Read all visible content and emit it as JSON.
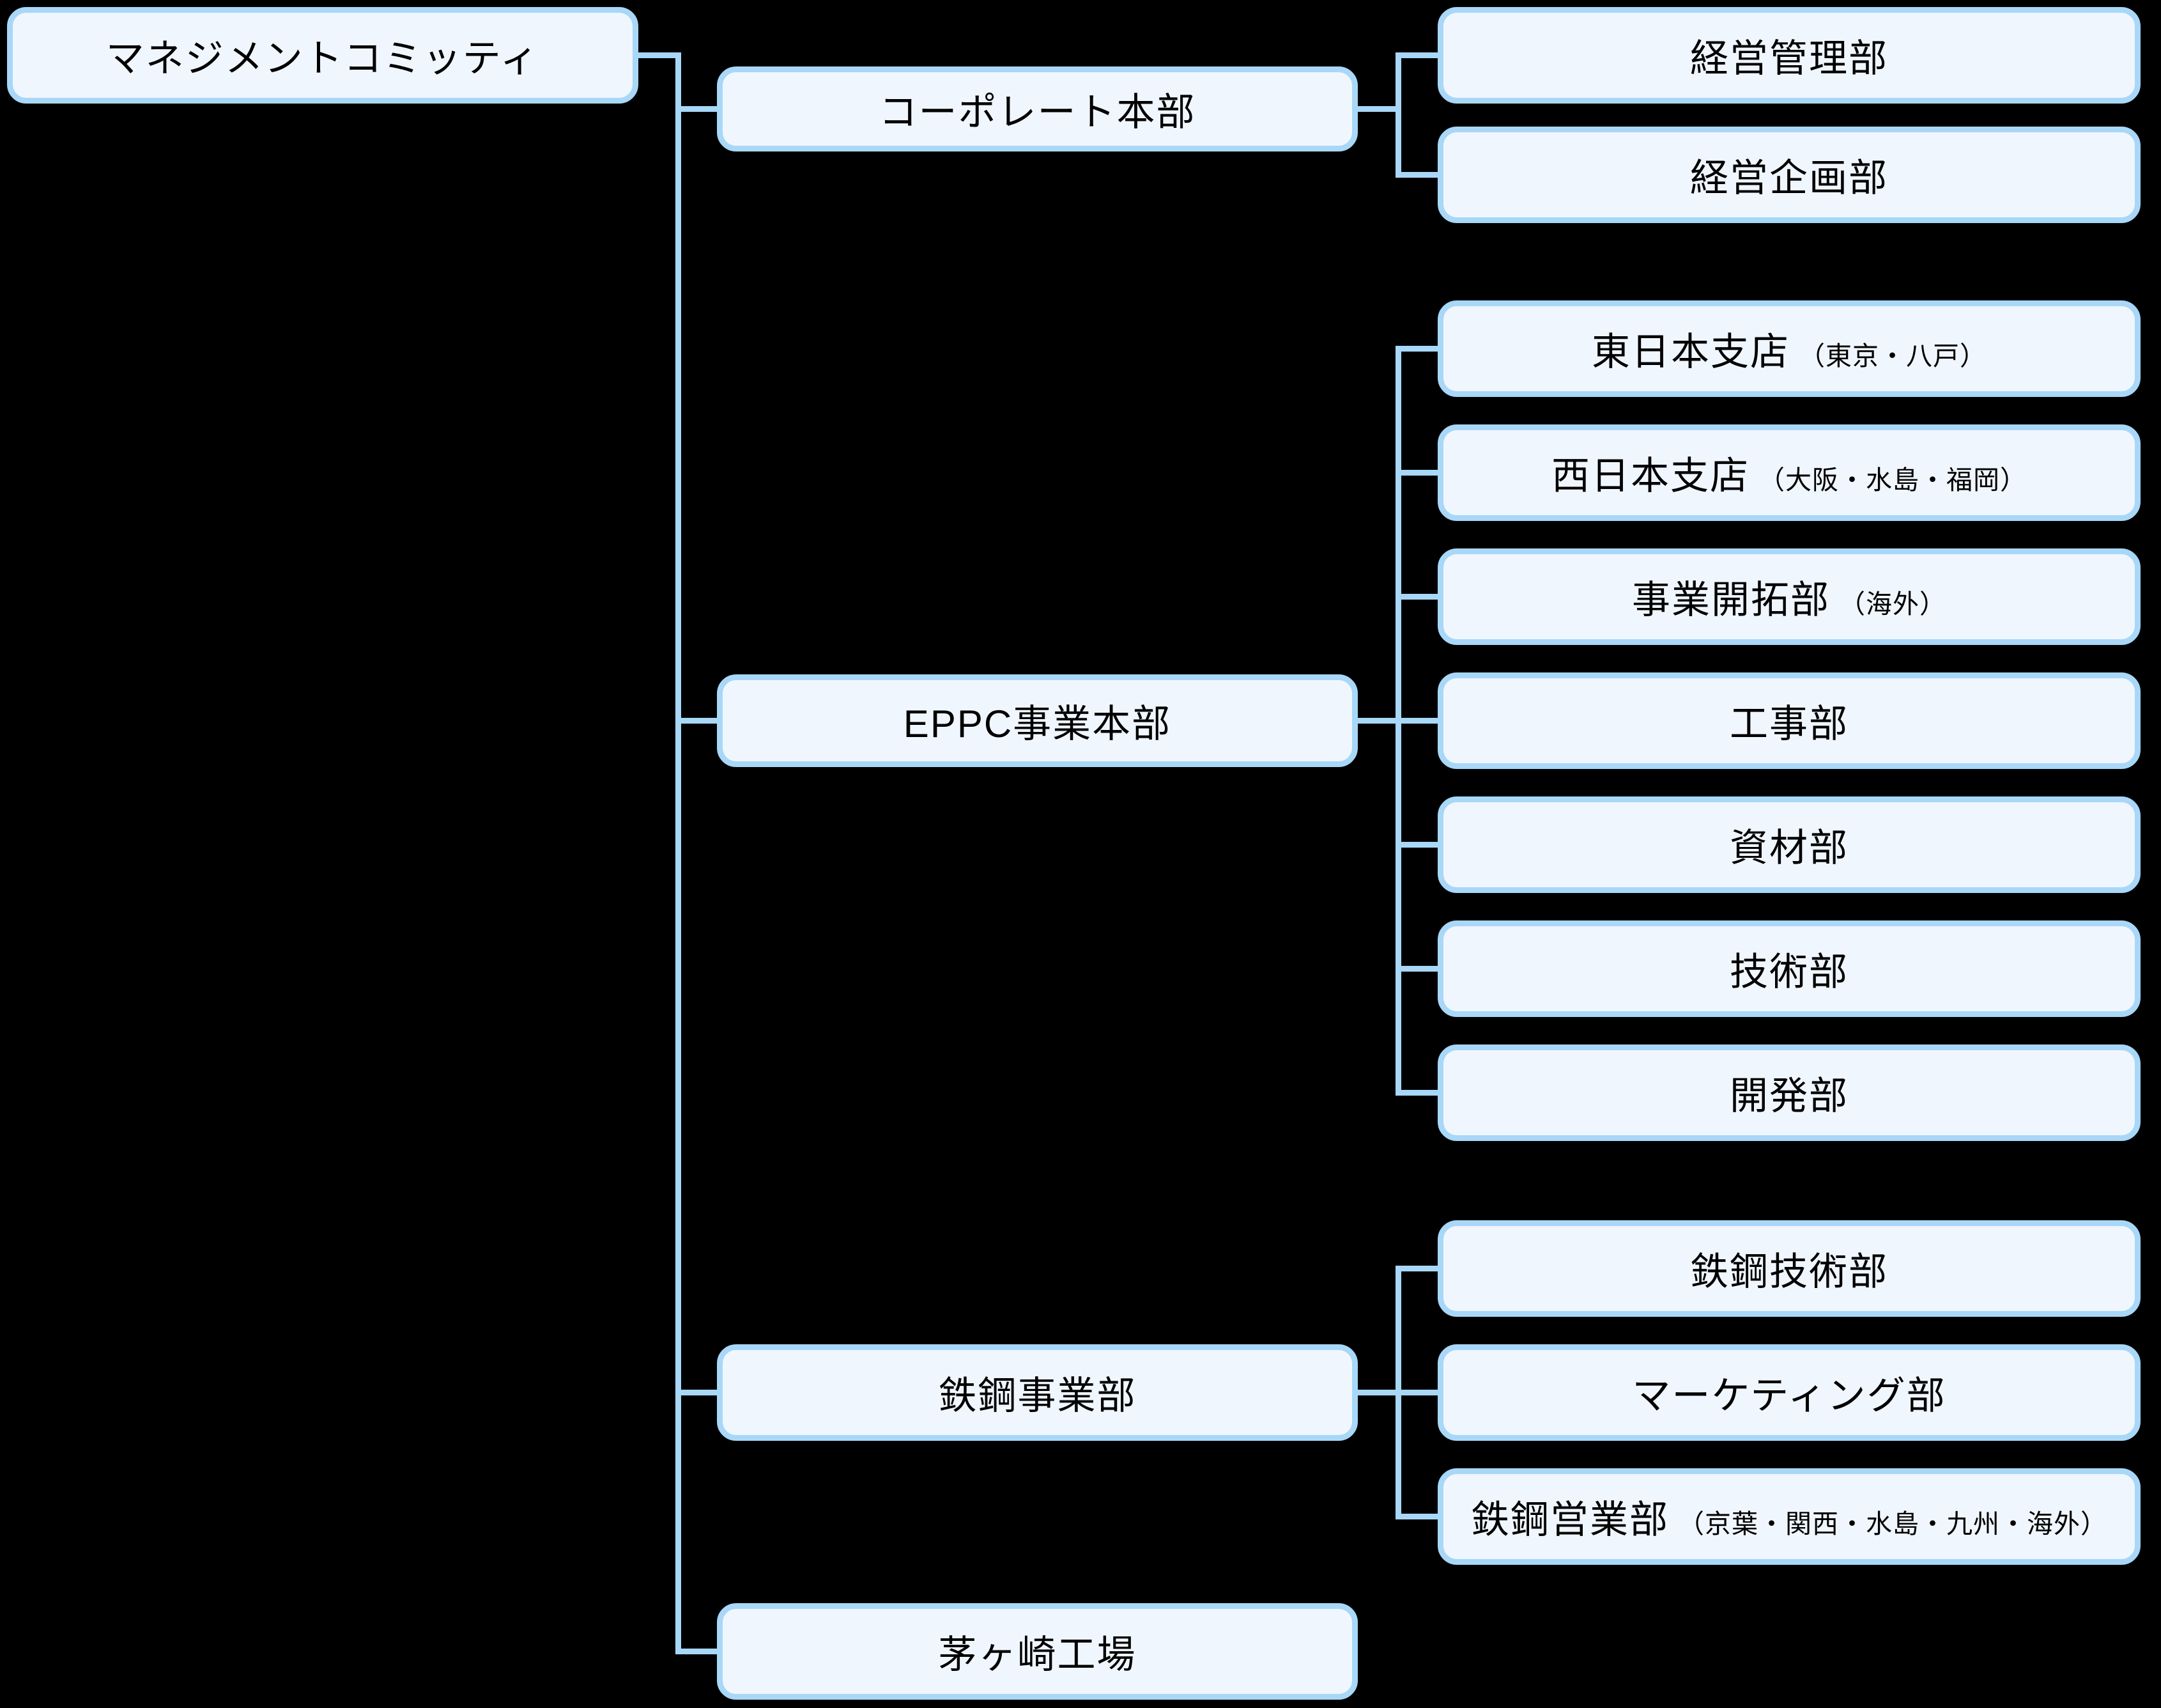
{
  "palette": {
    "background": "#000000",
    "box_fill": "#f0f6fe",
    "box_border": "#a8d7f8",
    "connector": "#a8d7f8",
    "text": "#000000"
  },
  "chart": {
    "root": {
      "label": "マネジメントコミッティ"
    },
    "groups": [
      {
        "label": "コーポレート本部",
        "children": [
          {
            "label": "経営管理部",
            "sub": ""
          },
          {
            "label": "経営企画部",
            "sub": ""
          }
        ]
      },
      {
        "label": "EPPC事業本部",
        "children": [
          {
            "label": "東日本支店",
            "sub": "（東京・八戸）"
          },
          {
            "label": "西日本支店",
            "sub": "（大阪・水島・福岡）"
          },
          {
            "label": "事業開拓部",
            "sub": "（海外）"
          },
          {
            "label": "工事部",
            "sub": ""
          },
          {
            "label": "資材部",
            "sub": ""
          },
          {
            "label": "技術部",
            "sub": ""
          },
          {
            "label": "開発部",
            "sub": ""
          }
        ]
      },
      {
        "label": "鉄鋼事業部",
        "children": [
          {
            "label": "鉄鋼技術部",
            "sub": ""
          },
          {
            "label": "マーケティング部",
            "sub": ""
          },
          {
            "label": "鉄鋼営業部",
            "sub": "（京葉・関西・水島・九州・海外）"
          }
        ]
      },
      {
        "label": "茅ヶ崎工場",
        "children": []
      }
    ]
  }
}
